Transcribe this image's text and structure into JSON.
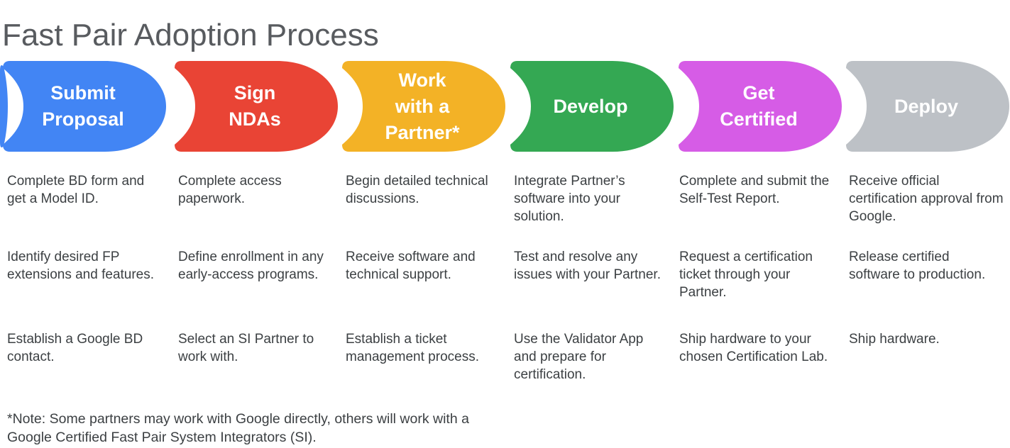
{
  "title": "Fast Pair Adoption Process",
  "note": "*Note: Some partners may work with Google directly, others will work with a\nGoogle Certified Fast Pair System Integrators (SI).",
  "colors": {
    "blue": "#4285F4",
    "red": "#E94435",
    "yellow": "#F3B226",
    "green": "#34A853",
    "magenta": "#D65CE6",
    "gray": "#BDC1C6",
    "label_text": "#FFFFFF",
    "body_text": "#3C4043"
  },
  "stages": [
    {
      "label": "Submit\nProposal",
      "color": "#4285F4",
      "items": [
        "Complete BD form and get a Model ID.",
        "Identify desired FP extensions and features.",
        "Establish a Google BD contact."
      ]
    },
    {
      "label": "Sign\nNDAs",
      "color": "#E94435",
      "items": [
        "Complete access paperwork.",
        "Define enrollment in any early-access programs.",
        "Select an SI Partner to work with."
      ]
    },
    {
      "label": "Work\nwith a\nPartner*",
      "color": "#F3B226",
      "items": [
        "Begin detailed technical discussions.",
        "Receive software and technical support.",
        "Establish a ticket management process."
      ]
    },
    {
      "label": "Develop",
      "color": "#34A853",
      "items": [
        "Integrate Partner’s software into your solution.",
        "Test and resolve any issues with your Partner.",
        "Use the Validator App and prepare for certification."
      ]
    },
    {
      "label": "Get\nCertified",
      "color": "#D65CE6",
      "items": [
        "Complete and submit the Self-Test Report.",
        "Request a certification ticket through your Partner.",
        "Ship hardware to your chosen Certification Lab."
      ]
    },
    {
      "label": "Deploy",
      "color": "#BDC1C6",
      "items": [
        "Receive official certification approval from Google.",
        "Release certified software to production.",
        "Ship hardware."
      ]
    }
  ]
}
